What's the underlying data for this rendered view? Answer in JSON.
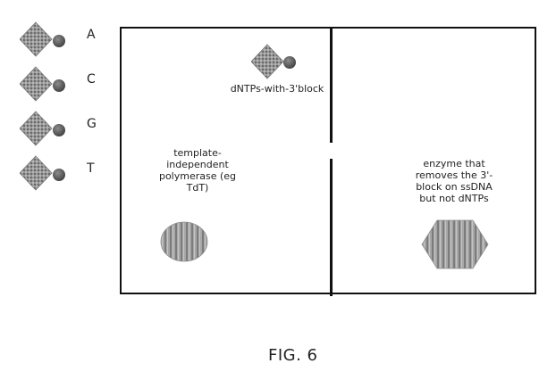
{
  "legend": [
    {
      "letter": "A",
      "icon": "diamond-with-circle-icon"
    },
    {
      "letter": "C",
      "icon": "diamond-with-circle-icon"
    },
    {
      "letter": "G",
      "icon": "diamond-with-circle-icon"
    },
    {
      "letter": "T",
      "icon": "diamond-with-circle-icon"
    }
  ],
  "left_panel": {
    "dntp_label": "dNTPs-with-3'block",
    "polymerase_lines": [
      "template-",
      "independent",
      "polymerase (eg",
      "TdT)"
    ]
  },
  "right_panel": {
    "enzyme_lines": [
      "enzyme that",
      "removes the 3'-",
      "block on ssDNA",
      "but not dNTPs"
    ]
  },
  "caption": "FIG. 6",
  "icons": {
    "dntp": "diamond-with-circle-icon",
    "polymerase": "ellipse-icon",
    "enzyme": "hexagon-icon"
  },
  "colors": {
    "line": "#111111",
    "shape_fill": "#8a8a8a",
    "shape_dark": "#5a5a5a"
  }
}
